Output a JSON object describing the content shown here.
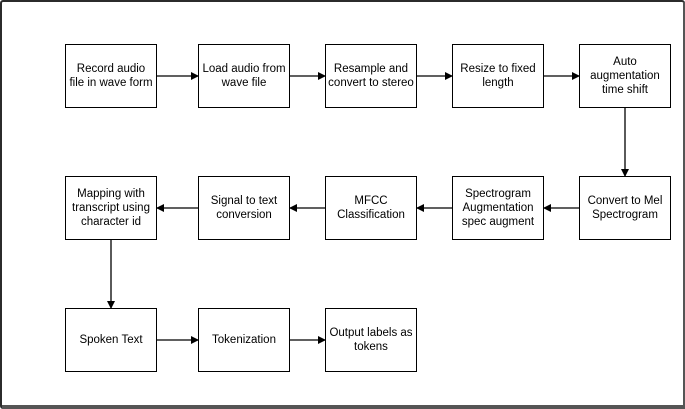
{
  "diagram": {
    "nodes": [
      {
        "id": "n1",
        "label": "Record audio file in wave form"
      },
      {
        "id": "n2",
        "label": "Load audio from wave file"
      },
      {
        "id": "n3",
        "label": "Resample and convert to stereo"
      },
      {
        "id": "n4",
        "label": "Resize to fixed length"
      },
      {
        "id": "n5",
        "label": "Auto augmentation time shift"
      },
      {
        "id": "n6",
        "label": "Convert to Mel Spectrogram"
      },
      {
        "id": "n7",
        "label": "Spectrogram Augmentation spec augment"
      },
      {
        "id": "n8",
        "label": "MFCC Classification"
      },
      {
        "id": "n9",
        "label": "Signal to text conversion"
      },
      {
        "id": "n10",
        "label": "Mapping with transcript using character id"
      },
      {
        "id": "n11",
        "label": "Spoken Text"
      },
      {
        "id": "n12",
        "label": "Tokenization"
      },
      {
        "id": "n13",
        "label": "Output labels as tokens"
      }
    ],
    "edges": [
      [
        "n1",
        "n2"
      ],
      [
        "n2",
        "n3"
      ],
      [
        "n3",
        "n4"
      ],
      [
        "n4",
        "n5"
      ],
      [
        "n5",
        "n6"
      ],
      [
        "n6",
        "n7"
      ],
      [
        "n7",
        "n8"
      ],
      [
        "n8",
        "n9"
      ],
      [
        "n9",
        "n10"
      ],
      [
        "n10",
        "n11"
      ],
      [
        "n11",
        "n12"
      ],
      [
        "n12",
        "n13"
      ]
    ],
    "colors": {
      "stroke": "#000000",
      "fill": "#ffffff"
    }
  }
}
